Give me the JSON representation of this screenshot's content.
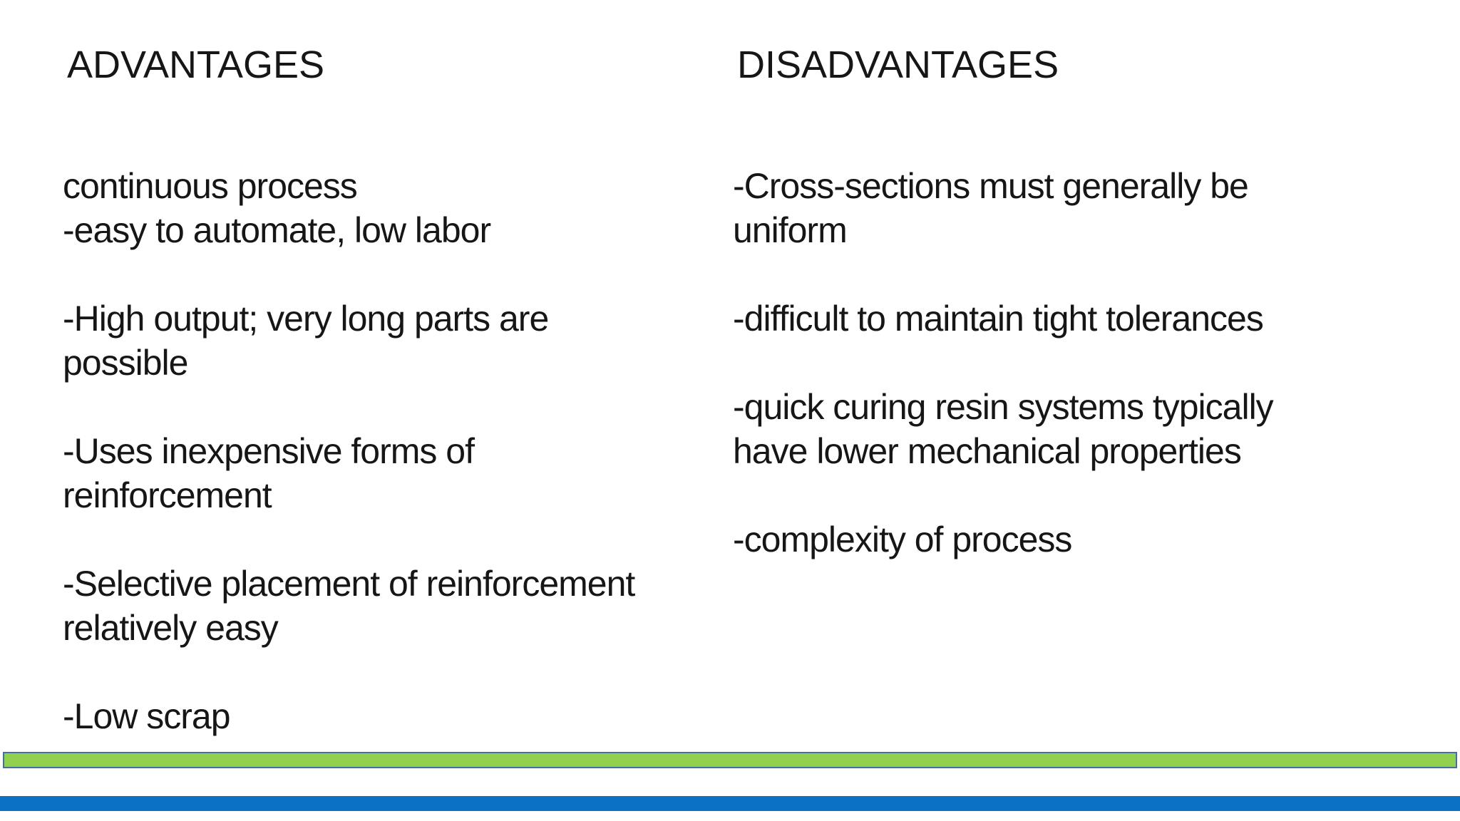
{
  "slide": {
    "text_color": "#161616",
    "background_color": "#ffffff",
    "left_column": {
      "heading": "ADVANTAGES",
      "paragraphs": [
        [
          "continuous process",
          "-easy to automate, low labor"
        ],
        [
          "-High output; very long parts are",
          "possible"
        ],
        [
          "-Uses inexpensive forms of",
          "reinforcement"
        ],
        [
          "-Selective placement of reinforcement",
          "relatively easy"
        ],
        [
          "-Low scrap"
        ]
      ]
    },
    "right_column": {
      "heading": "DISADVANTAGES",
      "paragraphs": [
        [
          "-Cross-sections must generally be",
          "uniform"
        ],
        [
          "-difficult to maintain tight tolerances"
        ],
        [
          "-quick curing resin systems typically",
          "have lower mechanical properties"
        ],
        [
          "-complexity of process"
        ]
      ]
    },
    "footer_bars": {
      "green": {
        "fill": "#92d050",
        "border": "#41719c"
      },
      "blue": {
        "fill": "#0b72c3"
      }
    }
  }
}
